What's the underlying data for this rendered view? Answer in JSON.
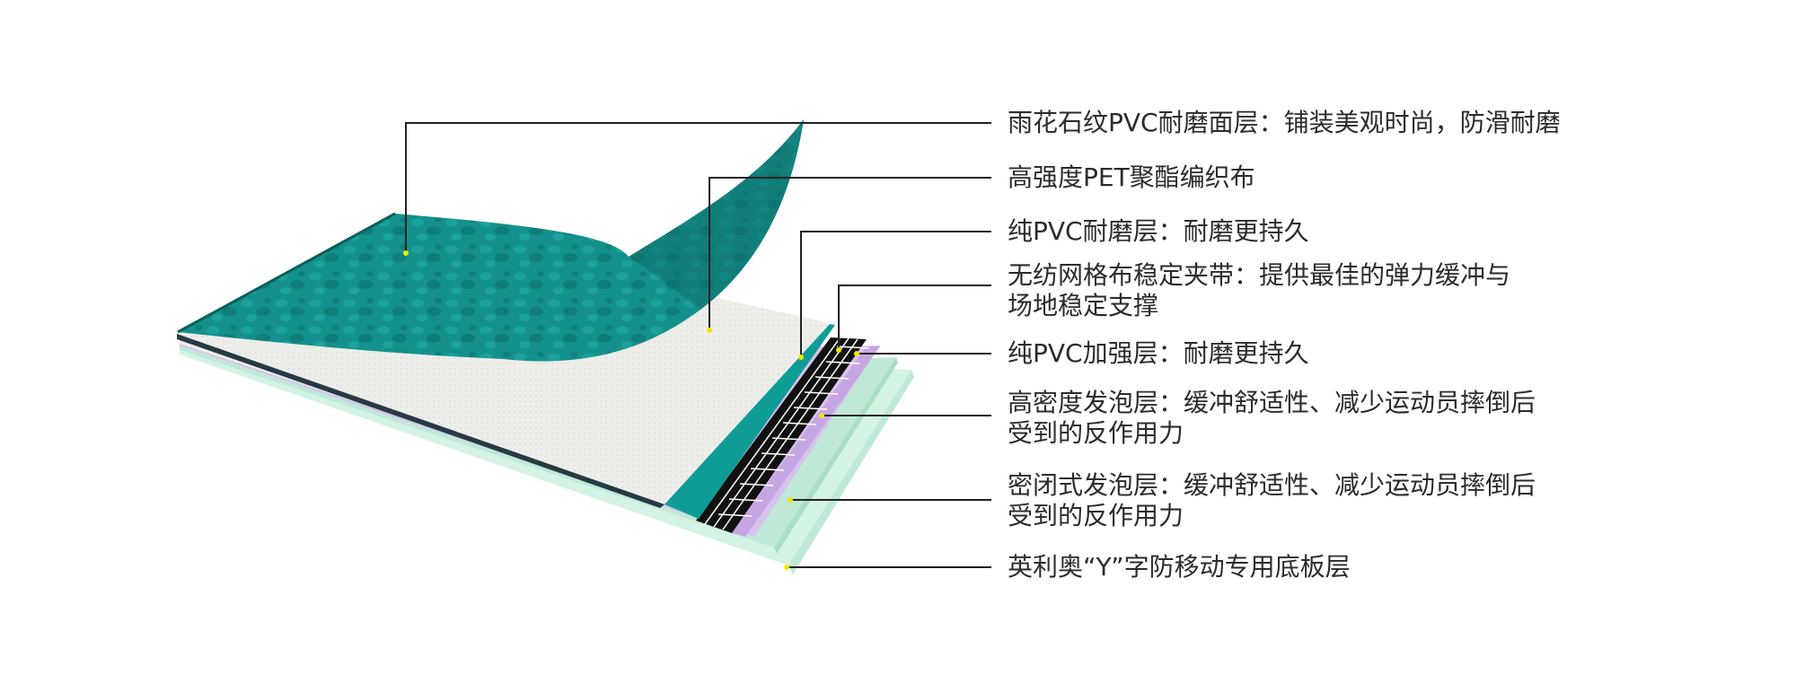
{
  "layers": [
    {
      "id": "surface",
      "text": "雨花石纹PVC耐磨面层：铺装美观时尚，防滑耐磨"
    },
    {
      "id": "pet",
      "text": "高强度PET聚酯编织布"
    },
    {
      "id": "pure-pvc",
      "text": "纯PVC耐磨层：耐磨更持久"
    },
    {
      "id": "grid-band",
      "text": "无纺网格布稳定夹带：提供最佳的弹力缓冲与",
      "text2": "场地稳定支撑"
    },
    {
      "id": "reinforce",
      "text": "纯PVC加强层：耐磨更持久"
    },
    {
      "id": "hd-foam",
      "text": "高密度发泡层：缓冲舒适性、减少运动员摔倒后",
      "text2": "受到的反作用力"
    },
    {
      "id": "closed-foam",
      "text": "密闭式发泡层：缓冲舒适性、减少运动员摔倒后",
      "text2": "受到的反作用力"
    },
    {
      "id": "base",
      "text": "英利奥“Y”字防移动专用底板层"
    }
  ],
  "colors": {
    "teal": "#14918c",
    "teal_dark": "#0e6f6b",
    "fabric": "#ecedea",
    "grid_black": "#111111",
    "purple": "#c6a6e2",
    "mint": "#bfe9d6",
    "mint_light": "#d3f3e4",
    "leader": "#222222",
    "dot": "#f2e600"
  }
}
